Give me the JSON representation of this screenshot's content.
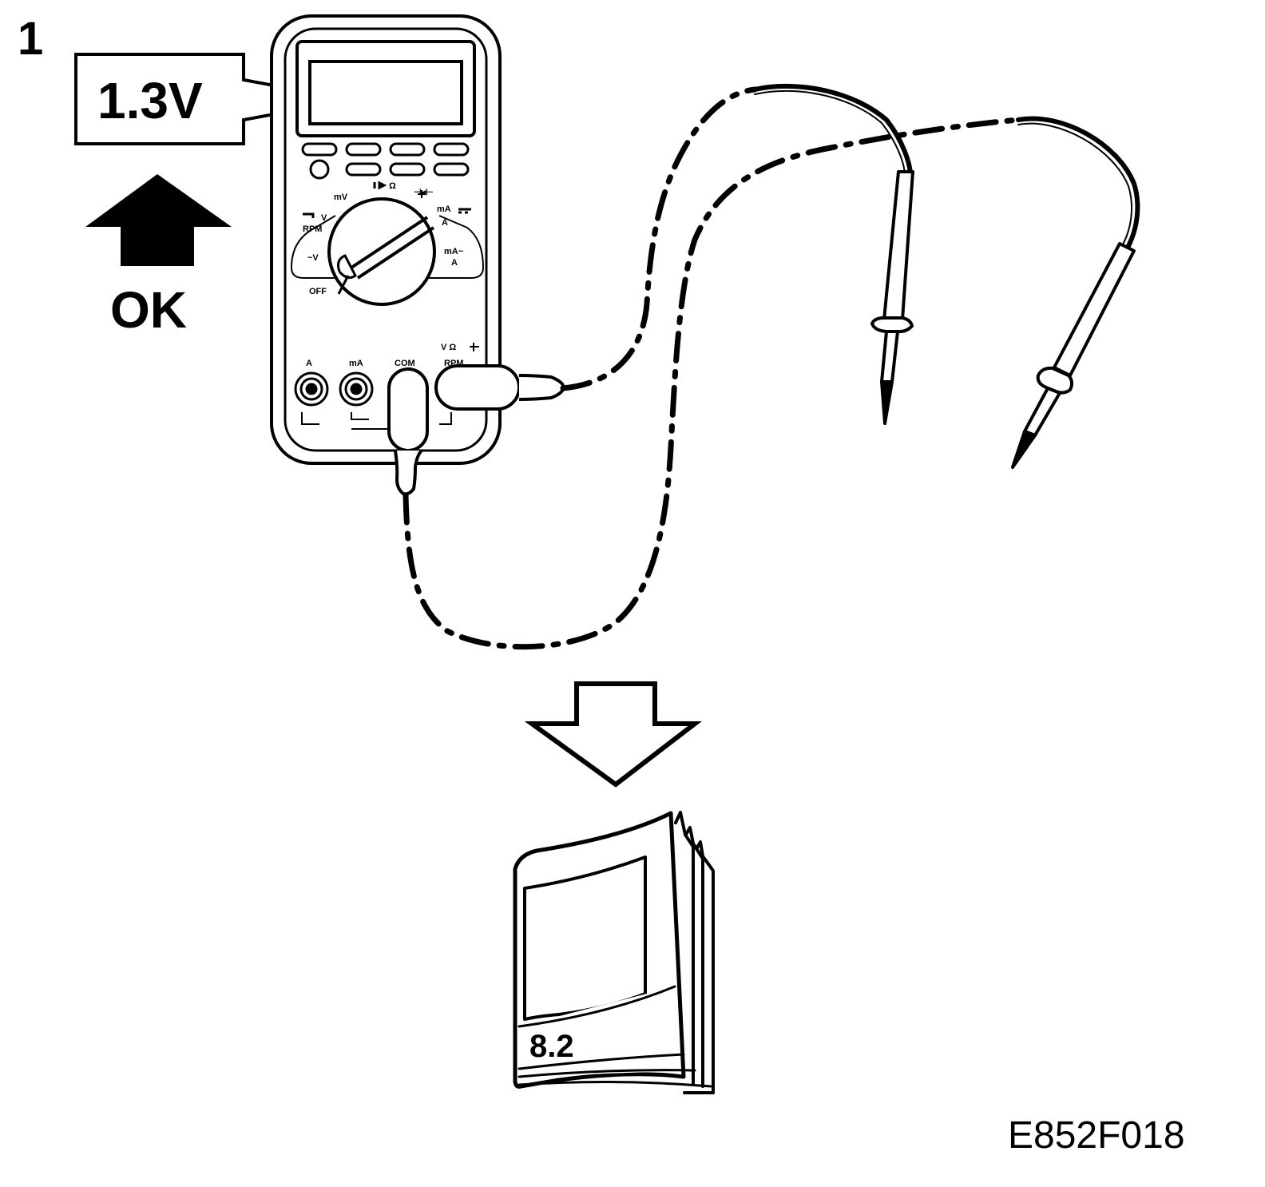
{
  "step_number": "1",
  "reading": "1.3V",
  "status_label": "OK",
  "manual_section": "8.2",
  "figure_code": "E852F018",
  "meter": {
    "dial_labels": {
      "mv": "mV",
      "beep_ohm": "Ω",
      "diode": "⊣◂⊢",
      "ma_dc": "mA",
      "a_dc": "A",
      "ma_ac": "mA~",
      "a_ac": "A",
      "v_dc": "V",
      "rpm": "RPM",
      "v_ac": "~V",
      "off": "OFF"
    },
    "ports": {
      "a": "A",
      "ma": "mA",
      "com": "COM",
      "v_ohm": "V  Ω",
      "rpm": "RPM"
    }
  },
  "colors": {
    "ink": "#000000",
    "paper": "#ffffff"
  },
  "icons": {
    "ok_arrow": "arrow-up-icon",
    "next_arrow": "arrow-down-outline-icon",
    "manual": "booklet-icon"
  }
}
